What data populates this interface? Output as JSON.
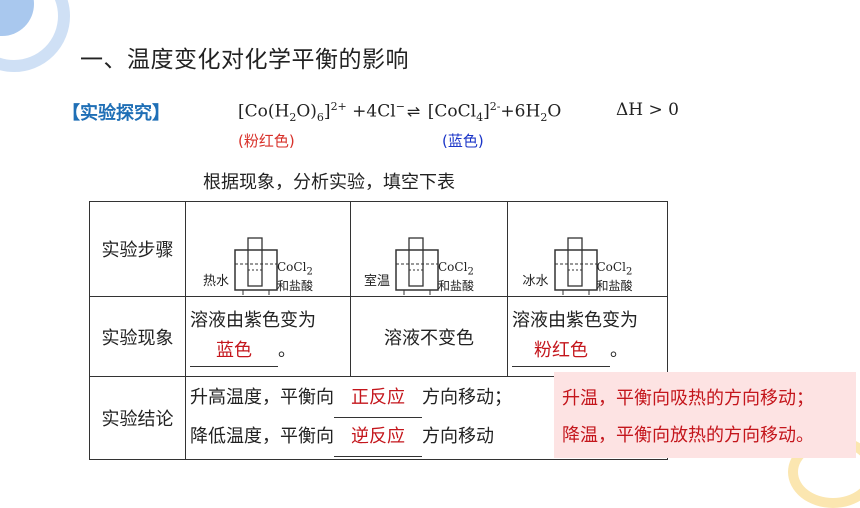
{
  "title": "一、温度变化对化学平衡的影响",
  "section_label": "【实验探究】",
  "equation": {
    "left": "[Co(H",
    "h2o_sub": "2",
    "o_close": "O)",
    "six_sub": "6",
    "close": "]",
    "charge_left": "2+",
    "plus_cl": " +4Cl",
    "cl_charge": "−",
    "arrow": "⇌",
    "right": " [CoCl",
    "four_sub": "4",
    "right_close": "]",
    "charge_right": "2-",
    "water": "+6H",
    "water_sub": "2",
    "water_o": "O",
    "delta_h": "ΔH > 0"
  },
  "color_labels": {
    "pink": "(粉红色)",
    "blue": "(蓝色)"
  },
  "instruction": "根据现象，分析实验，填空下表",
  "table": {
    "row_steps": "实验步骤",
    "row_phenomena": "实验现象",
    "row_conclusion": "实验结论",
    "steps": [
      {
        "condition": "热水",
        "chem_top": "CoCl",
        "chem_sub": "2",
        "chem_bottom": "和盐酸"
      },
      {
        "condition": "室温",
        "chem_top": "CoCl",
        "chem_sub": "2",
        "chem_bottom": "和盐酸"
      },
      {
        "condition": "冰水",
        "chem_top": "CoCl",
        "chem_sub": "2",
        "chem_bottom": "和盐酸"
      }
    ],
    "phen_1_prefix": "溶液由紫色变为",
    "phen_1_answer": "蓝色",
    "phen_1_suffix": "。",
    "phen_2": "溶液不变色",
    "phen_3_prefix": "溶液由紫色变为",
    "phen_3_answer": "粉红色",
    "phen_3_suffix": "。",
    "concl_1_prefix": "升高温度，平衡向",
    "concl_1_answer": "正反应",
    "concl_1_suffix": "方向移动；",
    "concl_2_prefix": "降低温度，平衡向",
    "concl_2_answer": "逆反应",
    "concl_2_suffix": "方向移动"
  },
  "summary": {
    "line1": "升温，平衡向吸热的方向移动；",
    "line2": "降温，平衡向放热的方向移动。"
  },
  "colors": {
    "accent_blue": "#1f6fb6",
    "answer_red": "#c4161c",
    "summary_bg": "#fde3e3"
  }
}
